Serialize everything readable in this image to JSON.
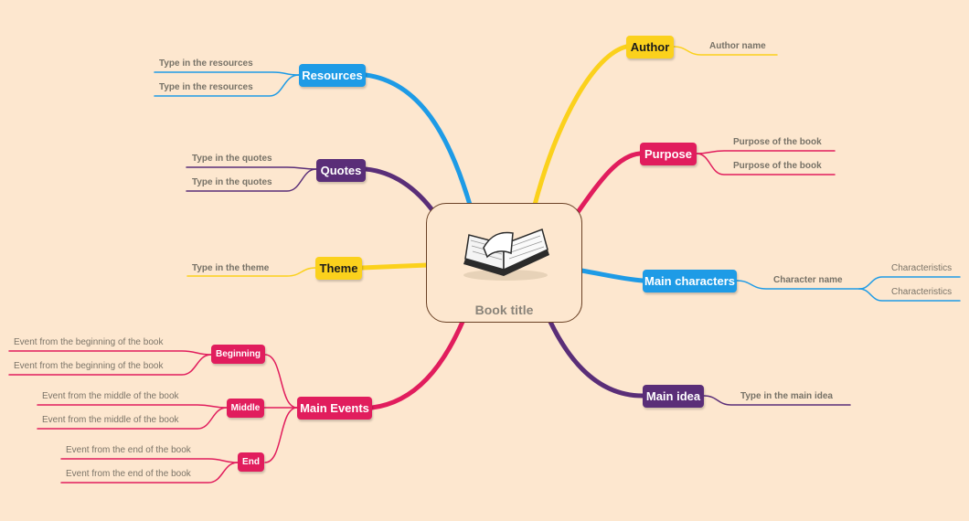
{
  "central": {
    "title": "Book title",
    "icon": "open-book-icon"
  },
  "colors": {
    "background": "#fde7cf",
    "blue": "#1e9be6",
    "yellow": "#fbd11c",
    "purple": "#5a2e78",
    "crimson": "#e11d5d",
    "outline": "#6b4226"
  },
  "right": {
    "author": {
      "label": "Author",
      "children": [
        "Author name"
      ]
    },
    "purpose": {
      "label": "Purpose",
      "children": [
        "Purpose of the book",
        "Purpose of the book"
      ]
    },
    "main_characters": {
      "label": "Main characters",
      "character": {
        "label": "Character name",
        "children": [
          "Characteristics",
          "Characteristics"
        ]
      }
    },
    "main_idea": {
      "label": "Main idea",
      "children": [
        "Type in the main idea"
      ]
    }
  },
  "left": {
    "resources": {
      "label": "Resources",
      "children": [
        "Type in the resources",
        "Type in the resources"
      ]
    },
    "quotes": {
      "label": "Quotes",
      "children": [
        "Type in the quotes",
        "Type in the quotes"
      ]
    },
    "theme": {
      "label": "Theme",
      "children": [
        "Type in the theme"
      ]
    },
    "main_events": {
      "label": "Main Events",
      "groups": [
        {
          "label": "Beginning",
          "children": [
            "Event from the beginning of the book",
            "Event from the beginning of the book"
          ]
        },
        {
          "label": "Middle",
          "children": [
            "Event from the middle of the book",
            "Event from the middle of the book"
          ]
        },
        {
          "label": "End",
          "children": [
            "Event from the end of the book",
            "Event from the end of the book"
          ]
        }
      ]
    }
  }
}
